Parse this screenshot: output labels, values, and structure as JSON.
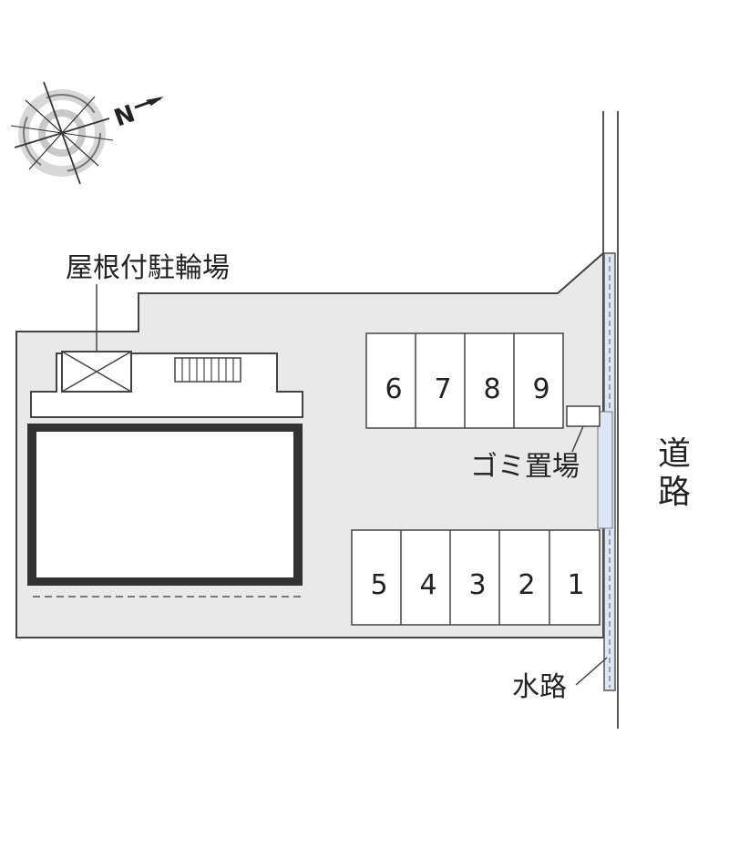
{
  "compass": {
    "letter": "N",
    "icon": "north-arrow-compass-icon"
  },
  "labels": {
    "bicycle_parking": "屋根付駐輪場",
    "garbage": "ゴミ置場",
    "road_top": "道",
    "road_bottom": "路",
    "waterway": "水路"
  },
  "parking": {
    "top_row": [
      "6",
      "7",
      "8",
      "9"
    ],
    "bottom_row": [
      "5",
      "4",
      "3",
      "2",
      "1"
    ]
  },
  "colors": {
    "lot_fill": "#e9e9e9",
    "building_wall": "#333333",
    "waterway_fill": "#dce6f5",
    "line": "#444444"
  }
}
